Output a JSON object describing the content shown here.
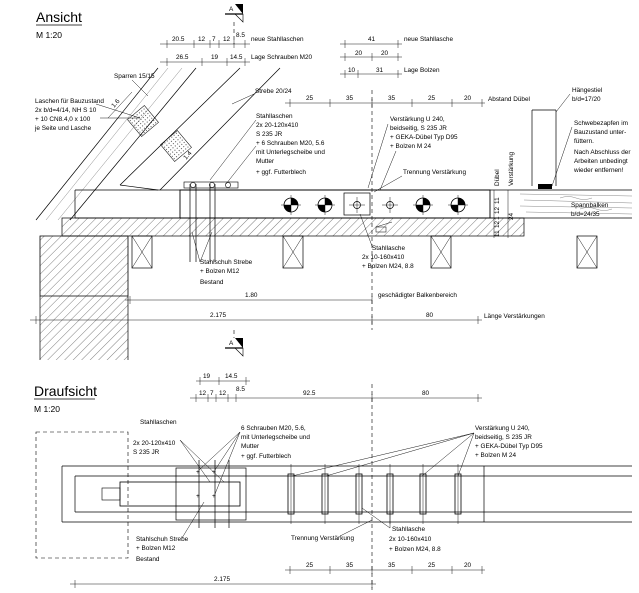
{
  "titles": {
    "ansicht": "Ansicht",
    "ansicht_scale": "M 1:20",
    "draufsicht": "Draufsicht",
    "draufsicht_scale": "M 1:20"
  },
  "section_mark": "A",
  "ansicht": {
    "top_dims_left": [
      "20.5",
      "12",
      "7",
      "12",
      "8.5"
    ],
    "top_dims_left_row2": [
      "26.5",
      "19",
      "14.5"
    ],
    "top_dims_right": [
      "41"
    ],
    "top_dims_right_row2": [
      "20",
      "20"
    ],
    "top_dims_right_row3": [
      "10",
      "31"
    ],
    "label_neue_stahllaschen_1": "neue Stahllaschen",
    "label_lage_schrauben": "Lage Schrauben M20",
    "label_neue_stahllasche_2": "neue Stahllasche",
    "label_lage_bolzen": "Lage Bolzen",
    "abstand_dims": [
      "25",
      "35",
      "35",
      "25",
      "20"
    ],
    "abstand_label": "Abstand Dübel",
    "sparren": "Sparren 15/15",
    "laschen": [
      "Laschen für Bauzustand",
      "2x b/d=4/14, NH S 10",
      "+ 10 CN8.4,0 x 100",
      "je Seite und Lasche"
    ],
    "strebe": "Strebe 20/24",
    "stahllaschen": [
      "Stahllaschen",
      "2x 20-120x410",
      "S 235 JR",
      "+ 6 Schrauben M20, 5.6",
      "mit Unterlegscheibe und",
      "Mutter",
      "+ ggf. Futterblech"
    ],
    "verstaerkung": [
      "Verstärkung U 240,",
      "beidseitig, S 235 JR",
      "+ GEKA-Dübel Typ D95",
      "+ Bolzen M 24"
    ],
    "trennung": "Trennung Verstärkung",
    "haengestiel": [
      "Hängestiel",
      "b/d=17/20"
    ],
    "schwebezapfen": [
      "Schwebezapfen im",
      "Bauzustand unter-",
      "füttern.",
      "Nach Abschluss der",
      "Arbeiten unbedingt",
      "wieder entfernen!"
    ],
    "duebel": "Dübel",
    "verstaerkung_v": "Verstärkung",
    "section_dims": [
      "11",
      "12",
      "1",
      "12",
      "11"
    ],
    "section_dims_b": [
      "24"
    ],
    "spannbalken": [
      "Spannbalken",
      "b/d=24/35"
    ],
    "stahllasche": [
      "Stahllasche",
      "2x 10-160x410",
      "+ Bolzen M24, 8.8"
    ],
    "stahlschuh": [
      "Stahlschuh Strebe",
      "+ Bolzen M12",
      "Bestand"
    ],
    "dim_180": "1.80",
    "label_geschaedigt": "geschädigter Balkenbereich",
    "dim_2175": "2.175",
    "dim_80": "80",
    "label_laenge": "Länge Verstärkungen"
  },
  "draufsicht": {
    "dims_row1": [
      "19",
      "14.5"
    ],
    "dims_row2": [
      "12",
      "7",
      "12",
      "8.5",
      "92.5",
      "80"
    ],
    "stahllaschen": [
      "Stahllaschen",
      "2x 20-120x410",
      "S 235 JR"
    ],
    "schrauben": [
      "6 Schrauben M20, 5.6,",
      "mit Unterlegscheibe und",
      "Mutter",
      "+ ggf. Futterblech"
    ],
    "verstaerkung": [
      "Verstärkung U 240,",
      "beidseitig, S 235 JR",
      "+ GEKA-Dübel Typ D95",
      "+ Bolzen M 24"
    ],
    "stahlschuh": [
      "Stahlschuh Strebe",
      "+ Bolzen M12",
      "Bestand"
    ],
    "trennung": "Trennung Verstärkung",
    "stahllasche": [
      "Stahllasche",
      "2x 10-160x410",
      "+ Bolzen M24, 8.8"
    ],
    "bottom_dims": [
      "25",
      "35",
      "35",
      "25",
      "20"
    ],
    "dim_2175": "2.175"
  }
}
